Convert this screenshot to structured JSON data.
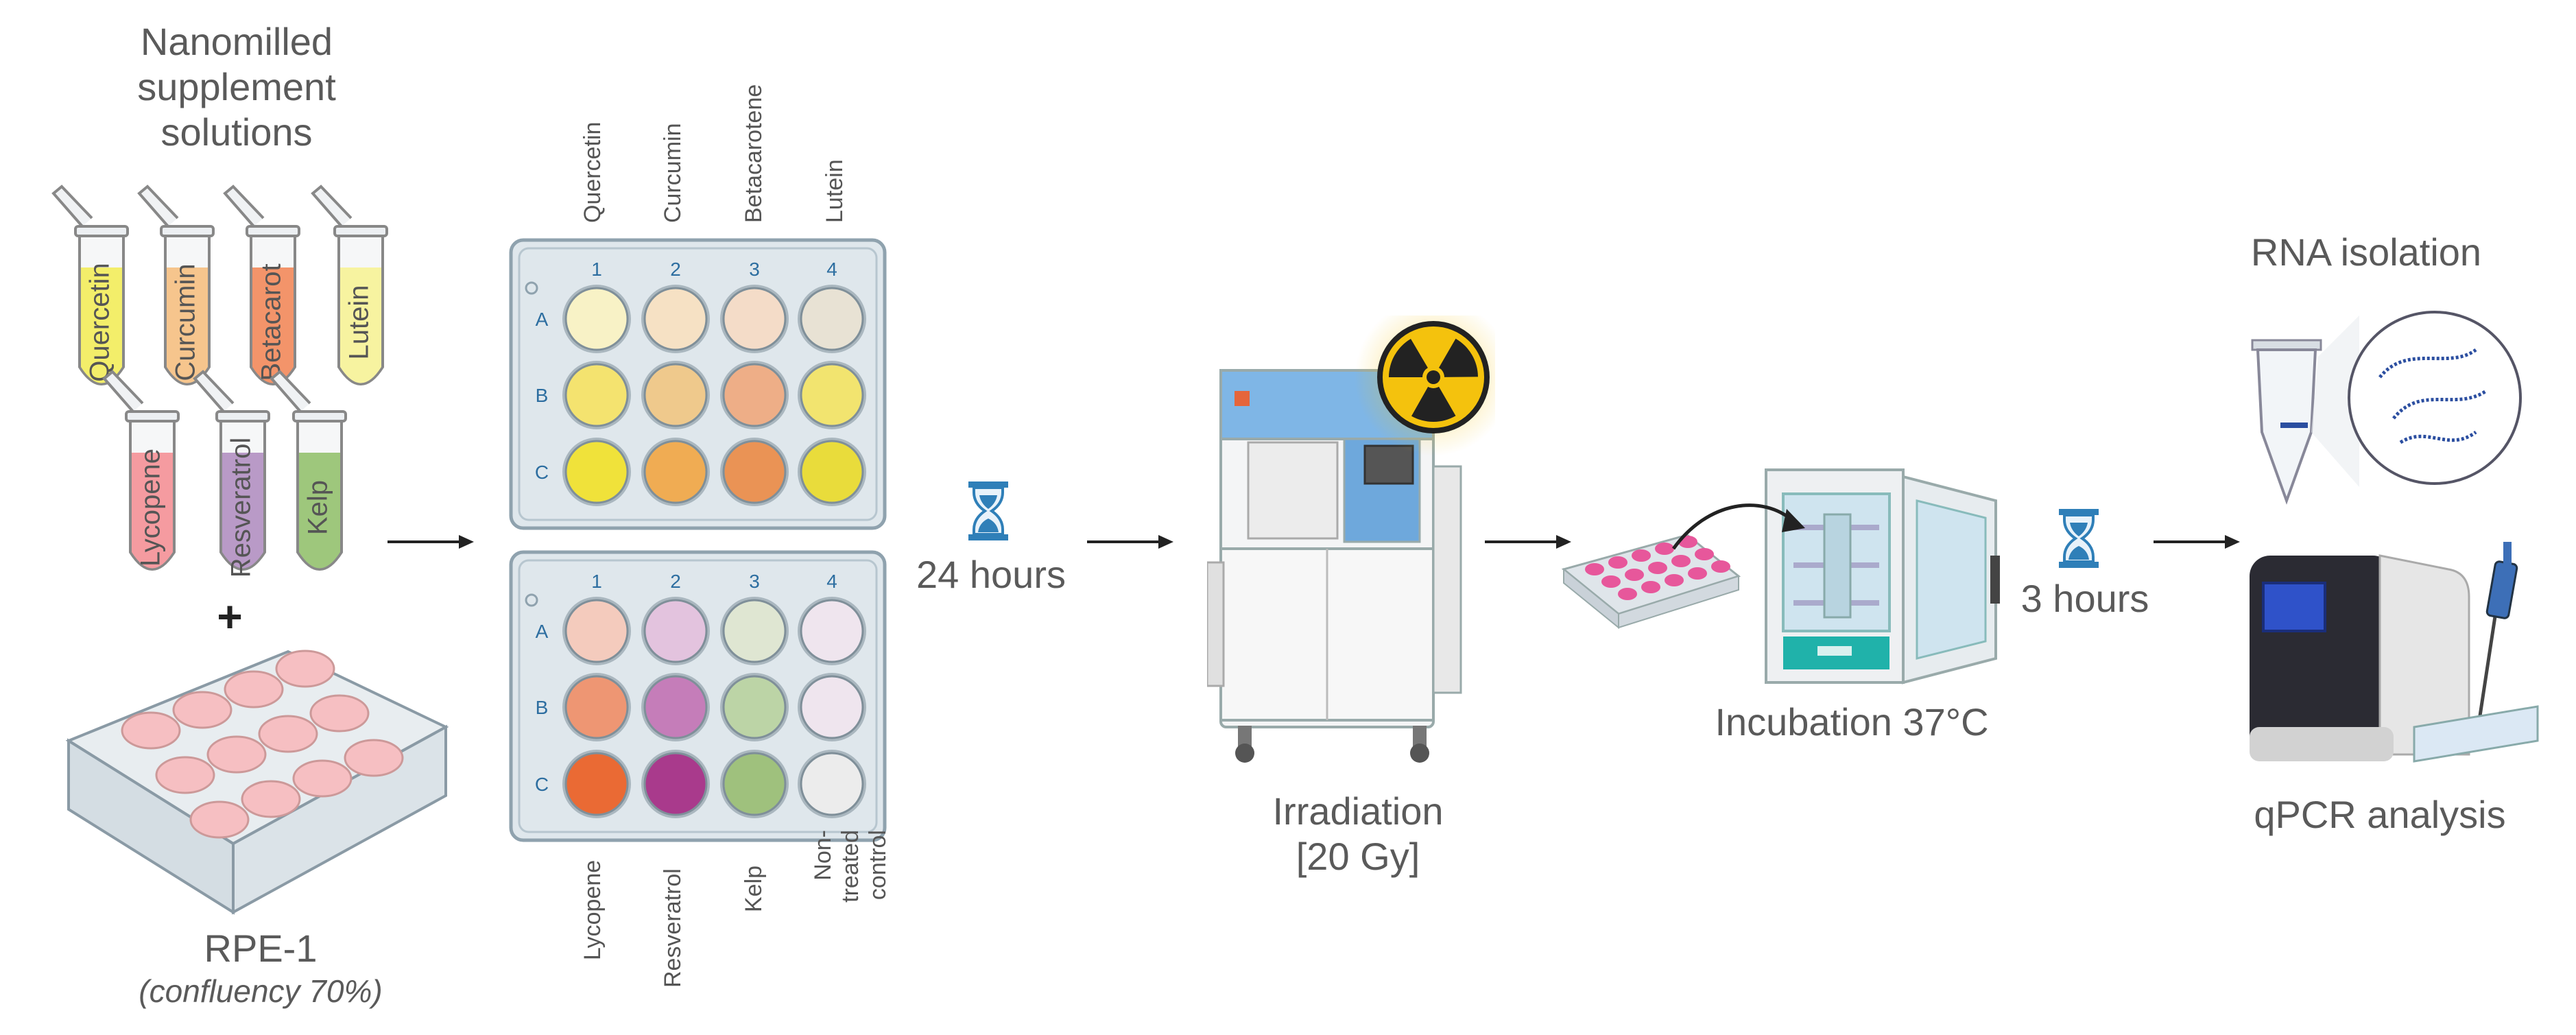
{
  "supplements": {
    "title_lines": [
      "Nanomilled",
      "supplement",
      "solutions"
    ],
    "tubes_row1": [
      {
        "label": "Quercetin",
        "color": "#f3ee6a"
      },
      {
        "label": "Curcumin",
        "color": "#f6c58d"
      },
      {
        "label": "Betacarot",
        "color": "#f3946a"
      },
      {
        "label": "Lutein",
        "color": "#f7f3a0"
      }
    ],
    "tubes_row2": [
      {
        "label": "Lycopene",
        "color": "#f59ba0"
      },
      {
        "label": "Resveratrol",
        "color": "#b99ac7"
      },
      {
        "label": "Kelp",
        "color": "#9ec77c"
      }
    ],
    "plus": "+"
  },
  "cells": {
    "name": "RPE-1",
    "note": "(confluency 70%)"
  },
  "plates": {
    "top_labels": [
      "Quercetin",
      "Curcumin",
      "Betacarotene",
      "Lutein"
    ],
    "bottom_labels": [
      "Lycopene",
      "Resveratrol",
      "Kelp",
      "Non-treated control"
    ],
    "col_numbers": [
      "1",
      "2",
      "3",
      "4"
    ],
    "row_letters": [
      "A",
      "B",
      "C"
    ],
    "plate1_wells": [
      [
        "#f8f2c6",
        "#f6e1c4",
        "#f4dcc8",
        "#e8e2d4"
      ],
      [
        "#f4e36f",
        "#efc98c",
        "#eeae87",
        "#f2e46f"
      ],
      [
        "#f0e23a",
        "#f0ac53",
        "#ea9355",
        "#e9dc3b"
      ]
    ],
    "plate2_wells": [
      [
        "#f4cbbd",
        "#e3c3de",
        "#dfe6d2",
        "#efe5ee"
      ],
      [
        "#ee9673",
        "#c57db9",
        "#bcd4a6",
        "#efe5ee"
      ],
      [
        "#ea6a34",
        "#a93a8c",
        "#9fc17d",
        "#ececec"
      ]
    ]
  },
  "steps": {
    "wait1": "24 hours",
    "irradiation_line1": "Irradiation",
    "irradiation_line2": "[20 Gy]",
    "incubation": "Incubation 37°C",
    "wait2": "3 hours",
    "rna": "RNA isolation",
    "qpcr": "qPCR analysis"
  },
  "colors": {
    "hourglass": "#2f7fb8",
    "radiation_yellow": "#f4c20d",
    "teal": "#20b2aa"
  }
}
